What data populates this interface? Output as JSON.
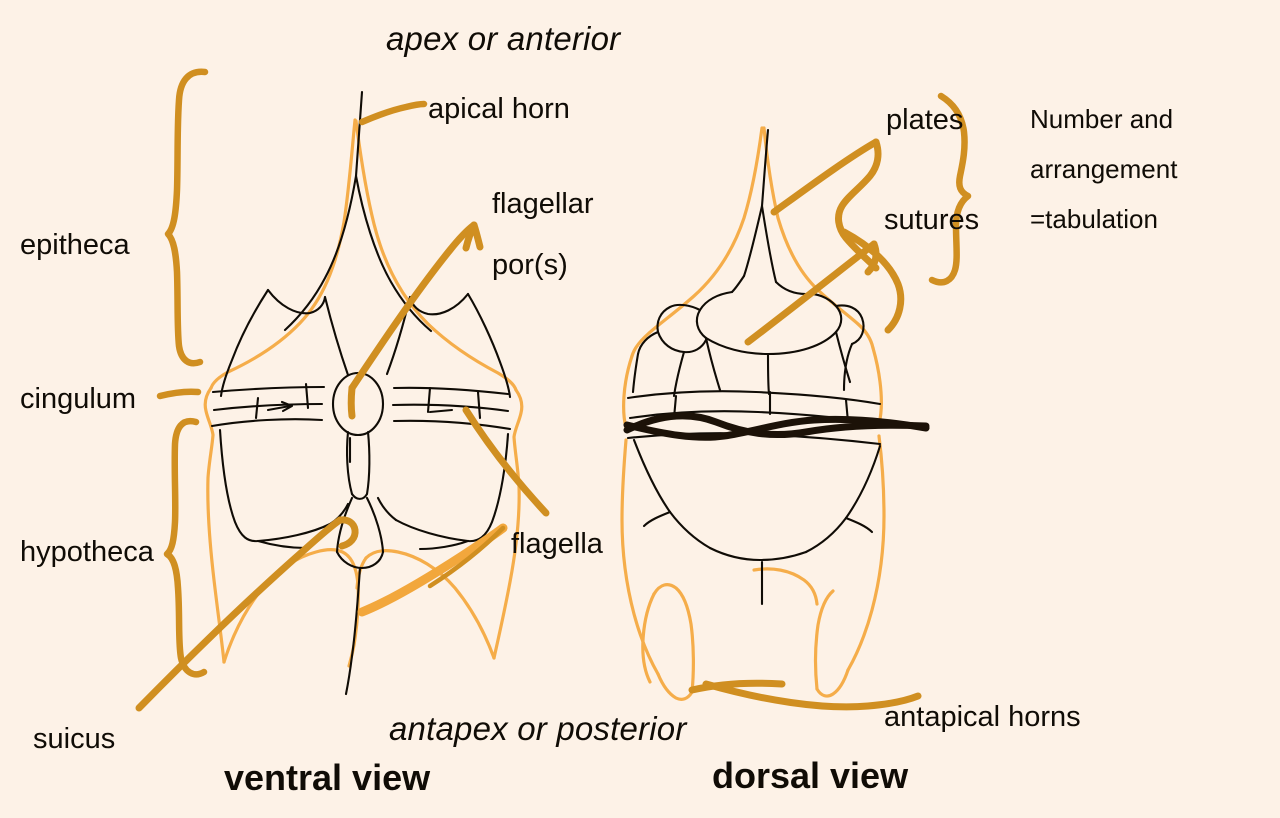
{
  "figure": {
    "title_top": "apex or anterior",
    "title_bottom": "antapex or posterior",
    "background_color": "#FDF2E7",
    "ink_black": "#100C06",
    "ink_dark_orange": "#D08F21",
    "ink_light_orange": "#F5AD4A"
  },
  "views": {
    "ventral": "ventral view",
    "dorsal": "dorsal view"
  },
  "labels": {
    "apical_horn": "apical horn",
    "flagellar_line1": "flagellar",
    "flagellar_line2": "por(s)",
    "epitheca": "epitheca",
    "cingulum": "cingulum",
    "hypotheca": "hypotheca",
    "suicus": "suicus",
    "flagella": "flagella",
    "plates": "plates",
    "sutures": "sutures",
    "antapical_horns": "antapical horns"
  },
  "note": {
    "line1": "Number and",
    "line2": "arrangement",
    "line3": "=tabulation"
  }
}
